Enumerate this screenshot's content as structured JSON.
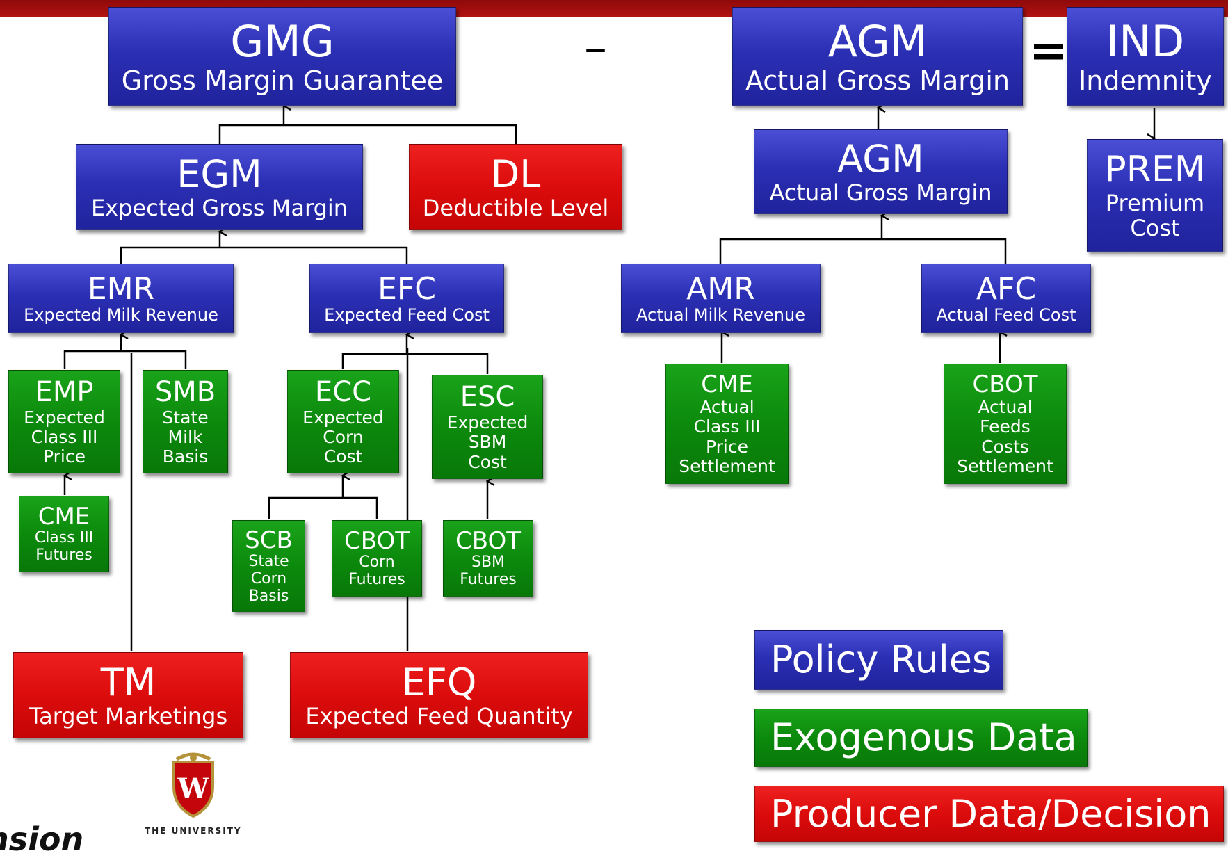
{
  "operators": {
    "minus": "–",
    "equals": "="
  },
  "boxes": {
    "gmg": {
      "abbr": "GMG",
      "desc": "Gross Margin Guarantee"
    },
    "agm_top": {
      "abbr": "AGM",
      "desc": "Actual Gross Margin"
    },
    "ind": {
      "abbr": "IND",
      "desc": "Indemnity"
    },
    "egm": {
      "abbr": "EGM",
      "desc": "Expected Gross Margin"
    },
    "dl": {
      "abbr": "DL",
      "desc": "Deductible Level"
    },
    "agm": {
      "abbr": "AGM",
      "desc": "Actual Gross Margin"
    },
    "prem": {
      "abbr": "PREM",
      "desc": "Premium\nCost"
    },
    "emr": {
      "abbr": "EMR",
      "desc": "Expected Milk Revenue"
    },
    "efc": {
      "abbr": "EFC",
      "desc": "Expected Feed Cost"
    },
    "amr": {
      "abbr": "AMR",
      "desc": "Actual Milk Revenue"
    },
    "afc": {
      "abbr": "AFC",
      "desc": "Actual Feed Cost"
    },
    "emp": {
      "abbr": "EMP",
      "desc": "Expected\nClass III\nPrice"
    },
    "smb": {
      "abbr": "SMB",
      "desc": "State\nMilk\nBasis"
    },
    "ecc": {
      "abbr": "ECC",
      "desc": "Expected\nCorn\nCost"
    },
    "esc": {
      "abbr": "ESC",
      "desc": "Expected\nSBM\nCost"
    },
    "cme_actual": {
      "abbr": "CME",
      "desc": "Actual\nClass III\nPrice\nSettlement"
    },
    "cbot_actual": {
      "abbr": "CBOT",
      "desc": "Actual\nFeeds\nCosts\nSettlement"
    },
    "cme_futures": {
      "abbr": "CME",
      "desc": "Class III\nFutures"
    },
    "scb": {
      "abbr": "SCB",
      "desc": "State\nCorn\nBasis"
    },
    "cbot_corn": {
      "abbr": "CBOT",
      "desc": "Corn\nFutures"
    },
    "cbot_sbm": {
      "abbr": "CBOT",
      "desc": "SBM\nFutures"
    },
    "tm": {
      "abbr": "TM",
      "desc": "Target Marketings"
    },
    "efq": {
      "abbr": "EFQ",
      "desc": "Expected Feed Quantity"
    }
  },
  "legend": {
    "policy": "Policy Rules",
    "exogenous": "Exogenous Data",
    "producer": "Producer Data/Decision",
    "colors": {
      "policy": "#2b2fb4",
      "exogenous": "#0c8a0c",
      "producer": "#dc0c0c"
    }
  },
  "logos": {
    "university_text": "THE UNIVERSITY",
    "crest_letter": "W",
    "partial_wordmark": "nsion"
  }
}
